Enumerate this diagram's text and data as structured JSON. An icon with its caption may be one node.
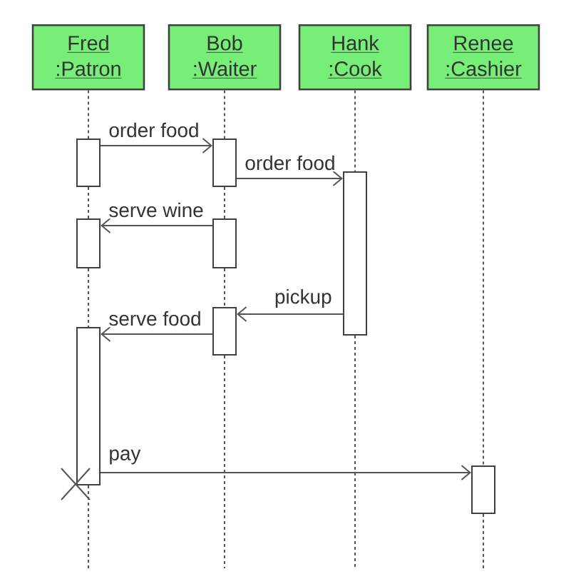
{
  "diagram": {
    "nodes": [
      {
        "text": [
          "Fred :Patron"
        ]
      },
      {
        "text": [
          "Bob :Waiter"
        ]
      },
      {
        "text": [
          "Hank :Cook"
        ]
      },
      {
        "text": [
          "Renee :Cashier"
        ]
      },
      {
        "text": [],
        "shape": "box"
      },
      {
        "text": [],
        "shape": "box"
      },
      {
        "text": [],
        "shape": "box"
      },
      {
        "text": [],
        "shape": "box"
      },
      {
        "text": [],
        "shape": "box"
      },
      {
        "text": [],
        "shape": "box"
      },
      {
        "text": [],
        "shape": "box"
      },
      {
        "text": [],
        "shape": "box"
      }
    ],
    "edges": [
      {
        "from": 4,
        "to": 5,
        "arrow": "to",
        "label": "order food"
      },
      {
        "from": 5,
        "to": 6,
        "arrow": "to",
        "label": "order food"
      },
      {
        "from": 8,
        "to": 7,
        "arrow": "to",
        "label": "serve wine"
      },
      {
        "from": 6,
        "to": 9,
        "arrow": "to",
        "label": "pickup"
      },
      {
        "from": 9,
        "to": 10,
        "arrow": "to",
        "label": "serve food"
      },
      {
        "from": 10,
        "to": 11,
        "arrow": "to",
        "label": "pay"
      },
      {
        "from": 0,
        "to": 4,
        "arrow": "none",
        "style": "dashed"
      },
      {
        "from": 4,
        "to": 7,
        "arrow": "none",
        "style": "dashed"
      },
      {
        "from": 7,
        "to": 10,
        "arrow": "none",
        "style": "dashed"
      },
      {
        "from": 10,
        "to": null,
        "arrow": "none",
        "style": "dashed"
      },
      {
        "from": 1,
        "to": 5,
        "arrow": "none",
        "style": "dashed"
      },
      {
        "from": 5,
        "to": 8,
        "arrow": "none",
        "style": "dashed"
      },
      {
        "from": 8,
        "to": 9,
        "arrow": "none",
        "style": "dashed"
      },
      {
        "from": 9,
        "to": null,
        "arrow": "none",
        "style": "dashed"
      },
      {
        "from": 2,
        "to": 6,
        "arrow": "none",
        "style": "dashed"
      },
      {
        "from": 6,
        "to": null,
        "arrow": "none",
        "style": "dashed"
      },
      {
        "from": 3,
        "to": 11,
        "arrow": "none",
        "style": "dashed"
      },
      {
        "from": 11,
        "to": null,
        "arrow": "none",
        "style": "dashed"
      }
    ]
  }
}
